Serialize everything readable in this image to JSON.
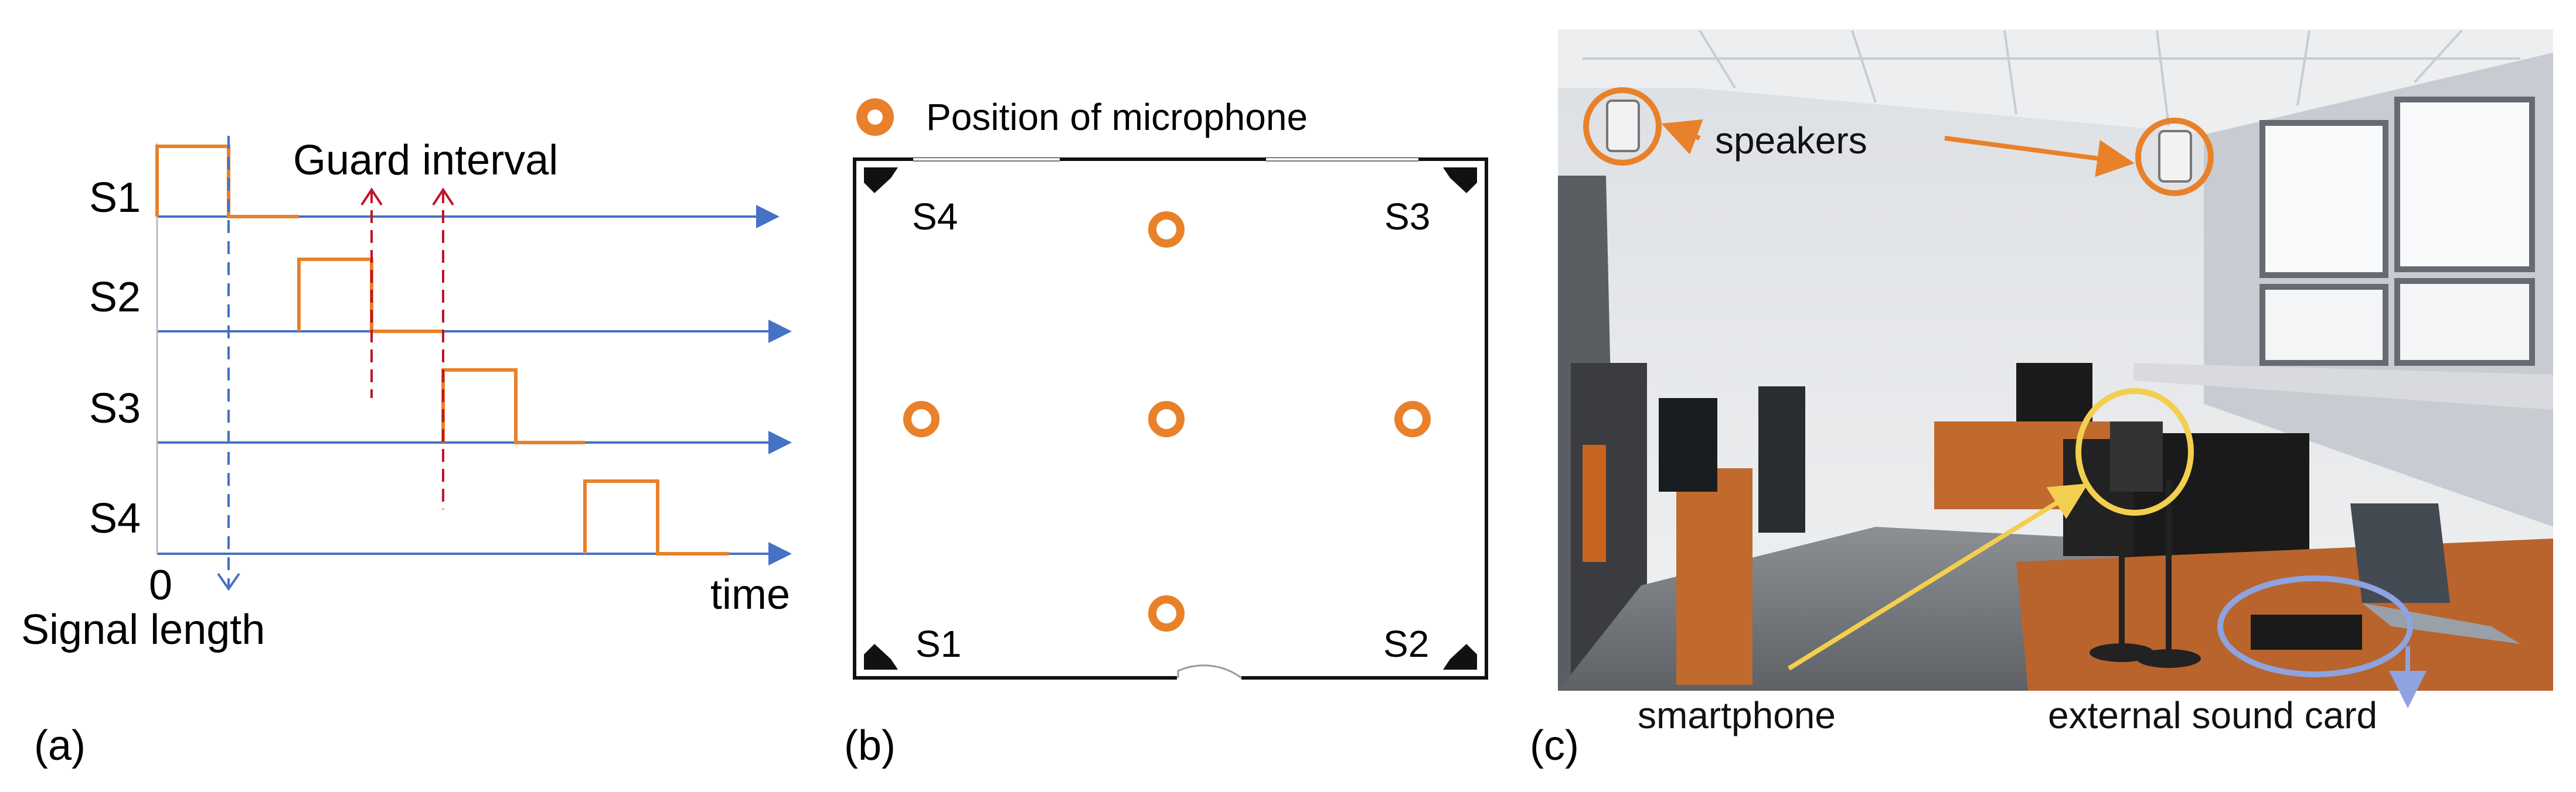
{
  "panel_a": {
    "caption": "(a)",
    "signals": [
      "S1",
      "S2",
      "S3",
      "S4"
    ],
    "origin_label": "0",
    "time_label": "time",
    "guard_label": "Guard interval",
    "signal_length_label": "Signal length"
  },
  "panel_b": {
    "caption": "(b)",
    "legend_label": "Position of microphone",
    "speakers": [
      "S4",
      "S3",
      "S1",
      "S2"
    ]
  },
  "panel_c": {
    "caption": "(c)",
    "speakers_label": "speakers",
    "smartphone_label": "smartphone",
    "sound_card_label": "external sound card"
  },
  "colors": {
    "pulse": "#e8812a",
    "axis": "#4472c4",
    "guard": "#c0142a",
    "mic": "#e8812a",
    "smartphone": "#f2cf4f",
    "sound_card": "#8ea3e0"
  }
}
